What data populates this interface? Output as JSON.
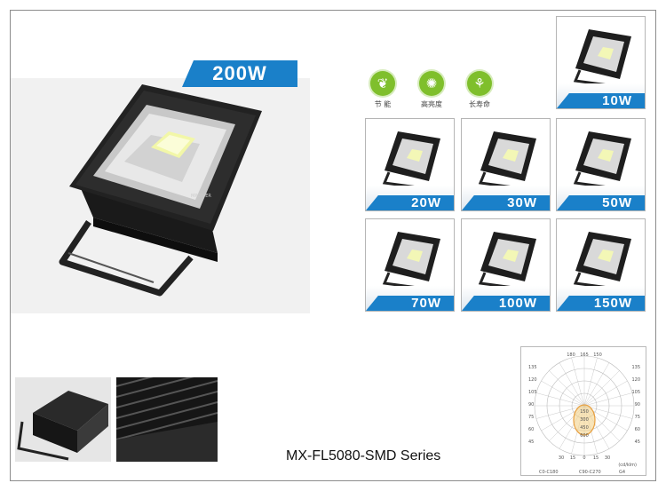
{
  "hero": {
    "wattage": "200W"
  },
  "eco_icons": [
    {
      "icon": "leaf-icon",
      "glyph": "❦",
      "label": "节 能"
    },
    {
      "icon": "sun-icon",
      "glyph": "✺",
      "label": "高亮度"
    },
    {
      "icon": "plant-icon",
      "glyph": "⚘",
      "label": "长寿命"
    }
  ],
  "models": [
    "10W",
    "20W",
    "30W",
    "50W",
    "70W",
    "100W",
    "150W"
  ],
  "series_name": "MX-FL5080-SMD Series",
  "polar_chart": {
    "top_labels": [
      "180",
      "165",
      "150"
    ],
    "left_labels": [
      "135",
      "120",
      "105",
      "90",
      "75",
      "60",
      "45"
    ],
    "right_labels": [
      "135",
      "120",
      "105",
      "90",
      "75",
      "60",
      "45"
    ],
    "bottom_labels": [
      "30",
      "15",
      "0",
      "15",
      "30"
    ],
    "ring_labels": [
      "150",
      "300",
      "450",
      "600"
    ],
    "legend": [
      "C0-C180",
      "C90-C270",
      "G4"
    ],
    "unit": "(cd/klm)",
    "colors": {
      "curve": "#e8a040",
      "axis": "#bcbcbc"
    }
  },
  "colors": {
    "accent": "#1a80c9",
    "eco_green": "#7fbf2c"
  }
}
